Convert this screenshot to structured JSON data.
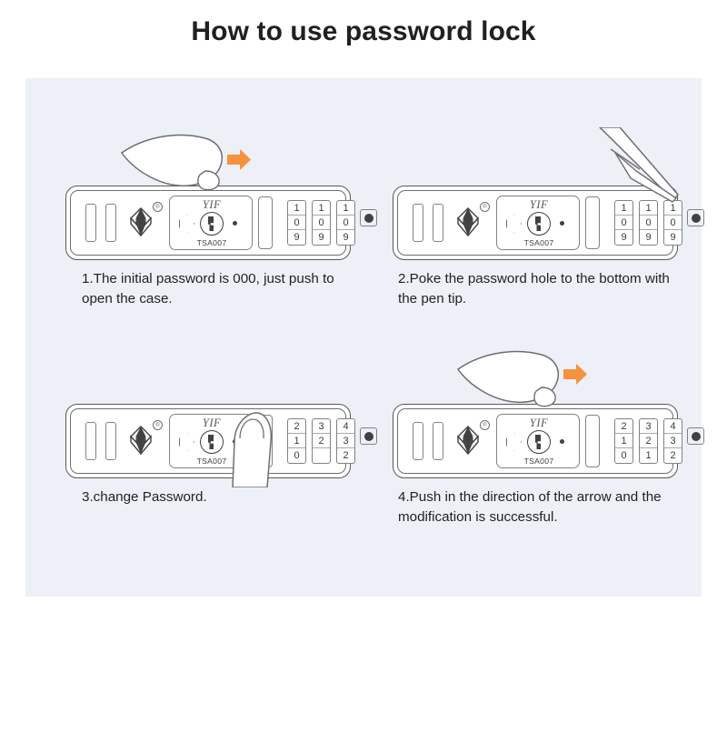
{
  "page": {
    "title": "How to use password lock",
    "background_color": "#ffffff",
    "board_color": "#edf0f7",
    "accent_color": "#f5923e",
    "line_color": "#6d6e71"
  },
  "lock": {
    "brand": "YIF",
    "model": "TSA007",
    "registered_mark": "®",
    "slots": [
      "slot-left",
      "slot-right"
    ],
    "reset_button_label": "",
    "tsa_logo_name": "tsa-diamond-logo"
  },
  "steps": [
    {
      "number": "1",
      "caption": "1.The initial password is 000, just push to open the case.",
      "dials": [
        [
          "1",
          "0",
          "9"
        ],
        [
          "1",
          "0",
          "9"
        ],
        [
          "1",
          "0",
          "9"
        ]
      ],
      "current_code": "000",
      "gesture": "thumb-push",
      "arrow": "right-arrow"
    },
    {
      "number": "2",
      "caption": "2.Poke the password hole to the bottom with the pen tip.",
      "dials": [
        [
          "1",
          "0",
          "9"
        ],
        [
          "1",
          "0",
          "9"
        ],
        [
          "1",
          "0",
          "9"
        ]
      ],
      "current_code": "000",
      "gesture": "pen-poke",
      "arrow": ""
    },
    {
      "number": "3",
      "caption": "3.change Password.",
      "dials": [
        [
          "2",
          "1",
          "0"
        ],
        [
          "3",
          "2",
          ""
        ],
        [
          "4",
          "3",
          "2"
        ]
      ],
      "current_code": "123",
      "gesture": "finger-rotate",
      "arrow": ""
    },
    {
      "number": "4",
      "caption": "4.Push in the direction of the arrow and the modification is successful.",
      "dials": [
        [
          "2",
          "1",
          "0"
        ],
        [
          "3",
          "2",
          "1"
        ],
        [
          "4",
          "3",
          "2"
        ]
      ],
      "current_code": "123",
      "gesture": "thumb-push",
      "arrow": "right-arrow"
    }
  ]
}
